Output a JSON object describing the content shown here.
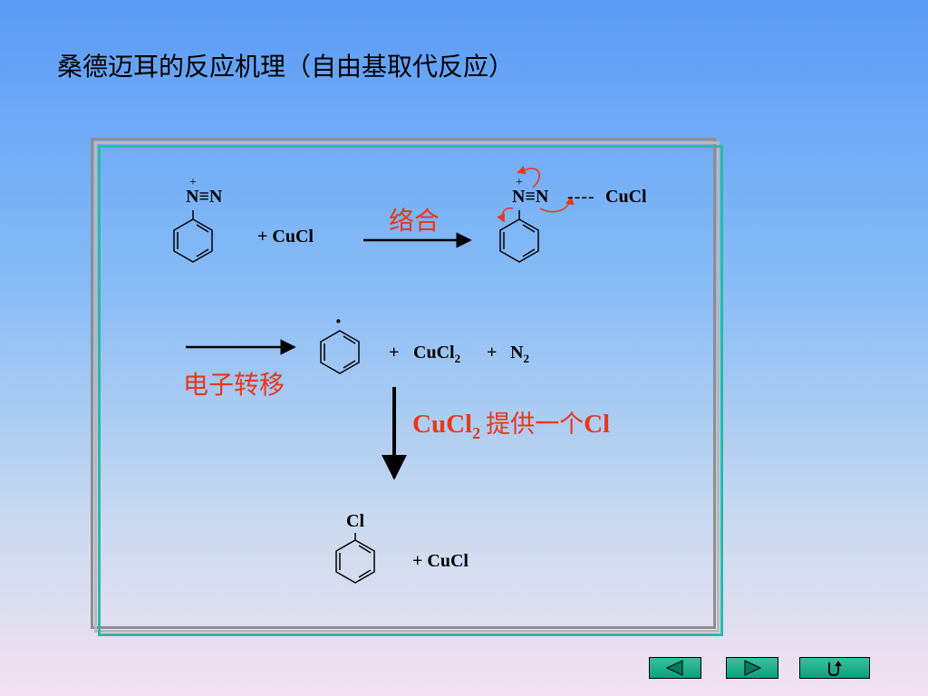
{
  "title": "桑德迈耳的反应机理（自由基取代反应）",
  "step1": {
    "reactant_charge": "+",
    "reactant_group": "N≡N",
    "reagent": "+  CuCl",
    "arrow_label": "络合",
    "product_charge": "+",
    "product_group": "N≡N",
    "complex_bond": "----",
    "complex_partner": "CuCl"
  },
  "step2": {
    "arrow_label": "电子转移",
    "radical_dot": "·",
    "plus1": "+",
    "cucl2": "CuCl",
    "cucl2_sub": "2",
    "plus2": "+",
    "n2": "N",
    "n2_sub": "2"
  },
  "step3": {
    "label_main": "CuCl",
    "label_sub": "2",
    "label_rest": "提供一个",
    "label_cl": "Cl",
    "product_substituent": "Cl",
    "byproduct": "+  CuCl"
  },
  "colors": {
    "accent_red": "#e8371a",
    "frame_teal": "#2bb9a8",
    "nav_green": "#0aa27c"
  },
  "nav": {
    "prev_icon": "triangle-left-icon",
    "next_icon": "triangle-right-icon",
    "return_icon": "return-icon"
  }
}
